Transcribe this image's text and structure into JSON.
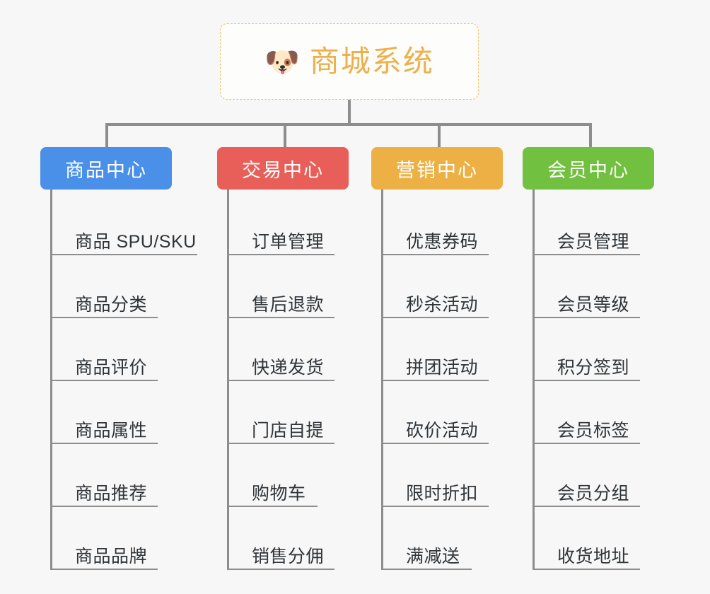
{
  "root": {
    "icon": "shiba-dog-face-emoji",
    "icon_glyph": "🐶",
    "title": "商城系统",
    "color": "#edb04a",
    "border_color": "#f0c268"
  },
  "canvas": {
    "background": "#f7f7f7",
    "connector_color": "#8d8d8d",
    "leaf_text_color": "#2f3438"
  },
  "branches": [
    {
      "label": "商品中心",
      "color": "#4a90e8",
      "items": [
        "商品 SPU/SKU",
        "商品分类",
        "商品评价",
        "商品属性",
        "商品推荐",
        "商品品牌"
      ]
    },
    {
      "label": "交易中心",
      "color": "#e85f59",
      "items": [
        "订单管理",
        "售后退款",
        "快递发货",
        "门店自提",
        "购物车",
        "销售分佣"
      ]
    },
    {
      "label": "营销中心",
      "color": "#edb044",
      "items": [
        "优惠券码",
        "秒杀活动",
        "拼团活动",
        "砍价活动",
        "限时折扣",
        "满减送"
      ]
    },
    {
      "label": "会员中心",
      "color": "#72c040",
      "items": [
        "会员管理",
        "会员等级",
        "积分签到",
        "会员标签",
        "会员分组",
        "收货地址"
      ]
    }
  ]
}
